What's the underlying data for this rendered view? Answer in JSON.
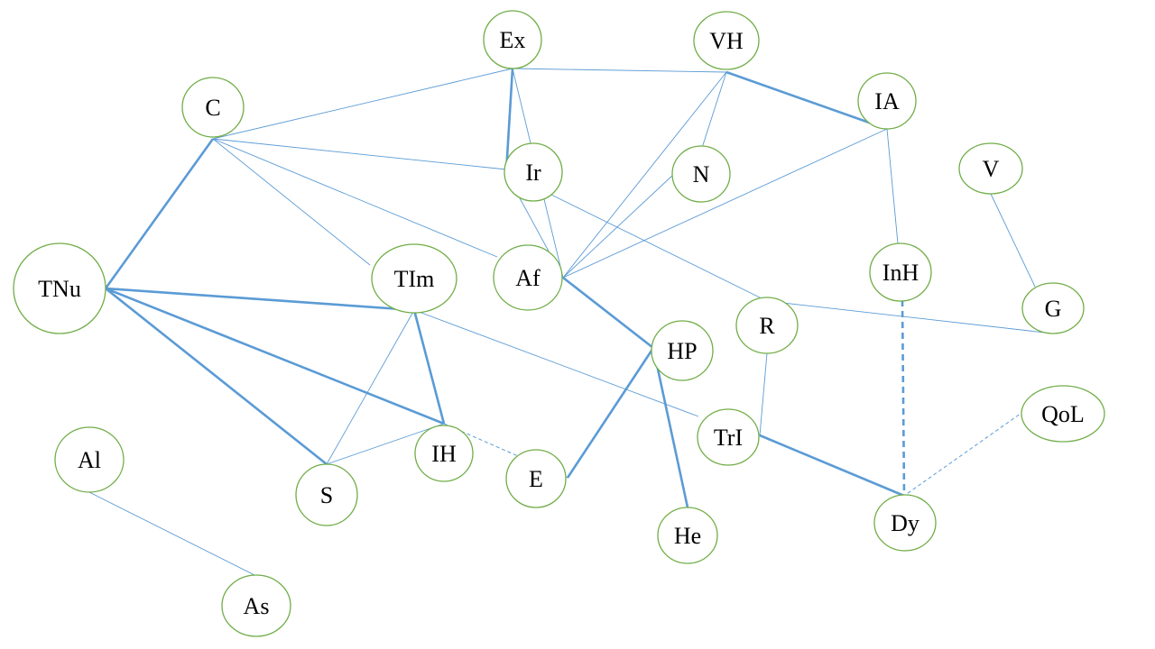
{
  "colors": {
    "node_border": "#70ad47",
    "edge": "#5b9bd5",
    "label": "#000000",
    "background": "#ffffff"
  },
  "nodes": [
    {
      "id": "Ex",
      "label": "Ex"
    },
    {
      "id": "VH",
      "label": "VH"
    },
    {
      "id": "C",
      "label": "C"
    },
    {
      "id": "IA",
      "label": "IA"
    },
    {
      "id": "Ir",
      "label": "Ir"
    },
    {
      "id": "N",
      "label": "N"
    },
    {
      "id": "V",
      "label": "V"
    },
    {
      "id": "TNu",
      "label": "TNu"
    },
    {
      "id": "TIm",
      "label": "TIm"
    },
    {
      "id": "Af",
      "label": "Af"
    },
    {
      "id": "InH",
      "label": "InH"
    },
    {
      "id": "G",
      "label": "G"
    },
    {
      "id": "R",
      "label": "R"
    },
    {
      "id": "HP",
      "label": "HP"
    },
    {
      "id": "QoL",
      "label": "QoL"
    },
    {
      "id": "TrI",
      "label": "TrI"
    },
    {
      "id": "Al",
      "label": "Al"
    },
    {
      "id": "IH",
      "label": "IH"
    },
    {
      "id": "E",
      "label": "E"
    },
    {
      "id": "S",
      "label": "S"
    },
    {
      "id": "Dy",
      "label": "Dy"
    },
    {
      "id": "He",
      "label": "He"
    },
    {
      "id": "As",
      "label": "As"
    }
  ],
  "edges": [
    {
      "from": "C",
      "to": "Ex",
      "style": "thin"
    },
    {
      "from": "Ex",
      "to": "VH",
      "style": "thin"
    },
    {
      "from": "Ex",
      "to": "Ir",
      "style": "thick"
    },
    {
      "from": "Ex",
      "to": "Af",
      "style": "thin"
    },
    {
      "from": "VH",
      "to": "IA",
      "style": "thick"
    },
    {
      "from": "VH",
      "to": "Af",
      "style": "thin"
    },
    {
      "from": "VH",
      "to": "N",
      "style": "thin"
    },
    {
      "from": "N",
      "to": "Af",
      "style": "thin"
    },
    {
      "from": "IA",
      "to": "Af",
      "style": "thin"
    },
    {
      "from": "IA",
      "to": "InH",
      "style": "thin"
    },
    {
      "from": "InH",
      "to": "Dy",
      "style": "thick-dashed"
    },
    {
      "from": "C",
      "to": "Ir",
      "style": "thin"
    },
    {
      "from": "C",
      "to": "Af",
      "style": "thin"
    },
    {
      "from": "C",
      "to": "TIm",
      "style": "thin"
    },
    {
      "from": "C",
      "to": "TNu",
      "style": "thick"
    },
    {
      "from": "Ir",
      "to": "Af",
      "style": "thin"
    },
    {
      "from": "Ir",
      "to": "R",
      "style": "thin"
    },
    {
      "from": "Af",
      "to": "HP",
      "style": "thick"
    },
    {
      "from": "HP",
      "to": "E",
      "style": "thick"
    },
    {
      "from": "HP",
      "to": "He",
      "style": "thick"
    },
    {
      "from": "TNu",
      "to": "TIm",
      "style": "thick"
    },
    {
      "from": "TNu",
      "to": "IH",
      "style": "thick"
    },
    {
      "from": "TNu",
      "to": "S",
      "style": "thick"
    },
    {
      "from": "TIm",
      "to": "IH",
      "style": "thick"
    },
    {
      "from": "TIm",
      "to": "S",
      "style": "thin"
    },
    {
      "from": "TIm",
      "to": "TrI",
      "style": "thin"
    },
    {
      "from": "S",
      "to": "IH",
      "style": "thin"
    },
    {
      "from": "IH",
      "to": "E",
      "style": "thin-dashed"
    },
    {
      "from": "R",
      "to": "G",
      "style": "thin"
    },
    {
      "from": "R",
      "to": "TrI",
      "style": "thin"
    },
    {
      "from": "TrI",
      "to": "Dy",
      "style": "thick"
    },
    {
      "from": "QoL",
      "to": "Dy",
      "style": "thin-dashed"
    },
    {
      "from": "V",
      "to": "G",
      "style": "thin"
    },
    {
      "from": "Al",
      "to": "As",
      "style": "thin"
    }
  ]
}
